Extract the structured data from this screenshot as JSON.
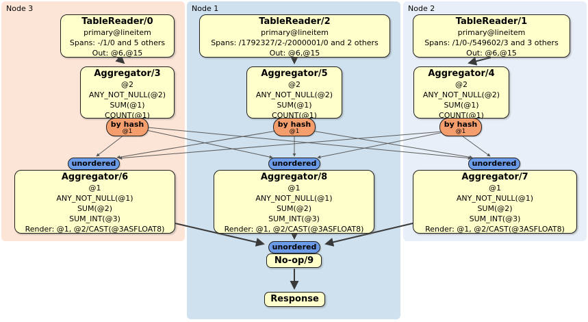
{
  "regions": {
    "node3": {
      "label": "Node 3"
    },
    "node1": {
      "label": "Node 1"
    },
    "node2": {
      "label": "Node 2"
    }
  },
  "processors": {
    "tr0": {
      "title": "TableReader/0",
      "rows": [
        "primary@lineitem",
        "Spans: -/1/0 and 5 others",
        "Out: @6,@15"
      ]
    },
    "tr2": {
      "title": "TableReader/2",
      "rows": [
        "primary@lineitem",
        "Spans: /1792327/2-/2000001/0 and 2 others",
        "Out: @6,@15"
      ]
    },
    "tr1": {
      "title": "TableReader/1",
      "rows": [
        "primary@lineitem",
        "Spans: /1/0-/549602/3 and 3 others",
        "Out: @6,@15"
      ]
    },
    "agg3": {
      "title": "Aggregator/3",
      "rows": [
        "@2",
        "ANY_NOT_NULL(@2)",
        "SUM(@1)",
        "COUNT(@1)"
      ]
    },
    "agg5": {
      "title": "Aggregator/5",
      "rows": [
        "@2",
        "ANY_NOT_NULL(@2)",
        "SUM(@1)",
        "COUNT(@1)"
      ]
    },
    "agg4": {
      "title": "Aggregator/4",
      "rows": [
        "@2",
        "ANY_NOT_NULL(@2)",
        "SUM(@1)",
        "COUNT(@1)"
      ]
    },
    "agg6": {
      "title": "Aggregator/6",
      "rows": [
        "@1",
        "ANY_NOT_NULL(@1)",
        "SUM(@2)",
        "SUM_INT(@3)",
        "Render: @1, @2/CAST(@3ASFLOAT8)"
      ]
    },
    "agg8": {
      "title": "Aggregator/8",
      "rows": [
        "@1",
        "ANY_NOT_NULL(@1)",
        "SUM(@2)",
        "SUM_INT(@3)",
        "Render: @1, @2/CAST(@3ASFLOAT8)"
      ]
    },
    "agg7": {
      "title": "Aggregator/7",
      "rows": [
        "@1",
        "ANY_NOT_NULL(@1)",
        "SUM(@2)",
        "SUM_INT(@3)",
        "Render: @1, @2/CAST(@3ASFLOAT8)"
      ]
    },
    "noop": {
      "title": "No-op/9"
    },
    "response": {
      "title": "Response"
    }
  },
  "router": {
    "label": "by hash",
    "detail": "@1"
  },
  "sync": {
    "label": "unordered"
  },
  "colors": {
    "node3_bg": "#fce4d6",
    "node1_bg": "#cfe1ee",
    "node2_bg": "#e9eff8",
    "processor_bg": "#ffffcc",
    "router_bg": "#f49e6d",
    "sync_bg": "#6b9be7",
    "edge": "#3a3a3a"
  }
}
